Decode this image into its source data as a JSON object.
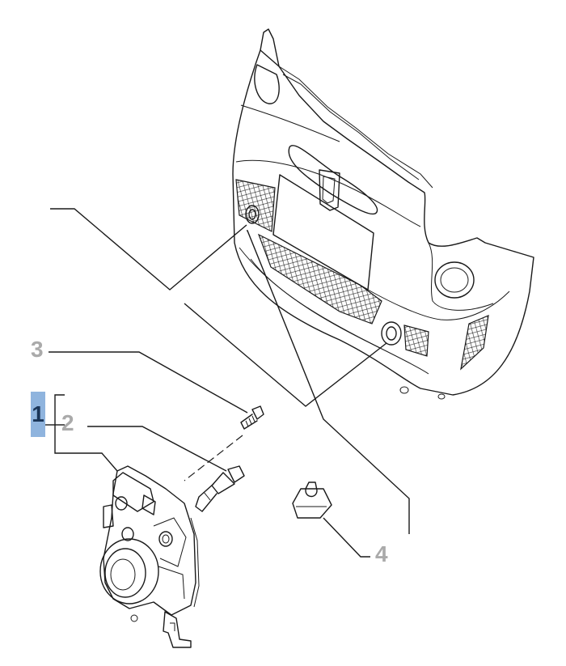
{
  "callouts": [
    {
      "id": "1",
      "label": "1",
      "part": "fog-lamp-assembly",
      "highlighted": true
    },
    {
      "id": "2",
      "label": "2",
      "part": "bulb"
    },
    {
      "id": "3",
      "label": "3",
      "part": "screw"
    },
    {
      "id": "4",
      "label": "4",
      "part": "clip-nut"
    }
  ],
  "colors": {
    "highlight": "#8fb4de",
    "callout_text": "#aaaaaa",
    "callout_active_text": "#1a3558",
    "line": "#1a1a1a"
  }
}
